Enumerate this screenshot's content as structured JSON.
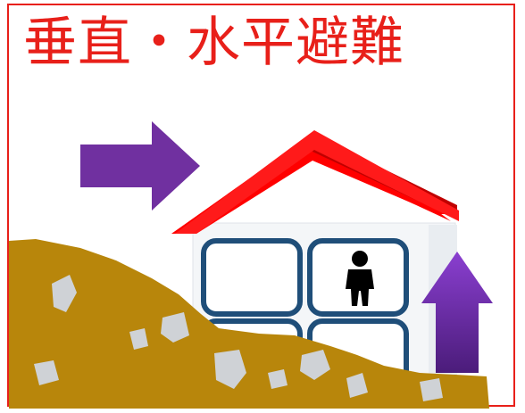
{
  "title": {
    "text": "垂直・水平避難",
    "color": "#e8201a"
  },
  "colors": {
    "frame_border": "#e8201a",
    "arrow_horizontal": "#7030a0",
    "arrow_vertical": "#7030a0",
    "roof": "#ff0000",
    "roof_shadow": "#c00000",
    "house_wall": "#f4f6f8",
    "window_frame": "#1f4e79",
    "landslide": "#b8860b",
    "rock": "#cfd2d6",
    "person": "#000000"
  },
  "icons": [
    "horizontal-evacuation-arrow",
    "vertical-evacuation-arrow",
    "house",
    "person-icon",
    "landslide-debris"
  ]
}
